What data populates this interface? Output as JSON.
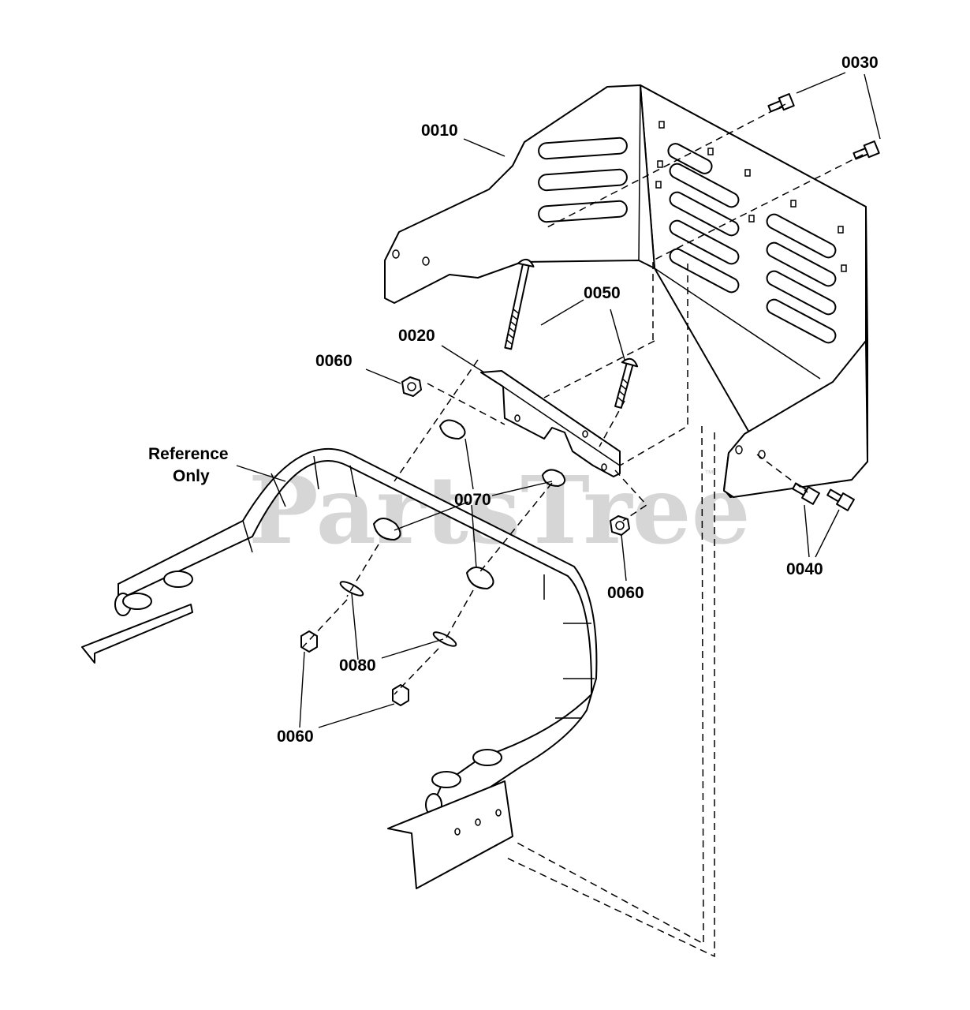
{
  "diagram": {
    "callouts": {
      "p0010": "0010",
      "p0020": "0020",
      "p0030": "0030",
      "p0040": "0040",
      "p0050": "0050",
      "p0060a": "0060",
      "p0060b": "0060",
      "p0060c": "0060",
      "p0070": "0070",
      "p0080": "0080"
    },
    "reference_note": {
      "line1": "Reference",
      "line2": "Only"
    },
    "watermark": {
      "text": "PartsTree",
      "trademark": "™"
    }
  }
}
